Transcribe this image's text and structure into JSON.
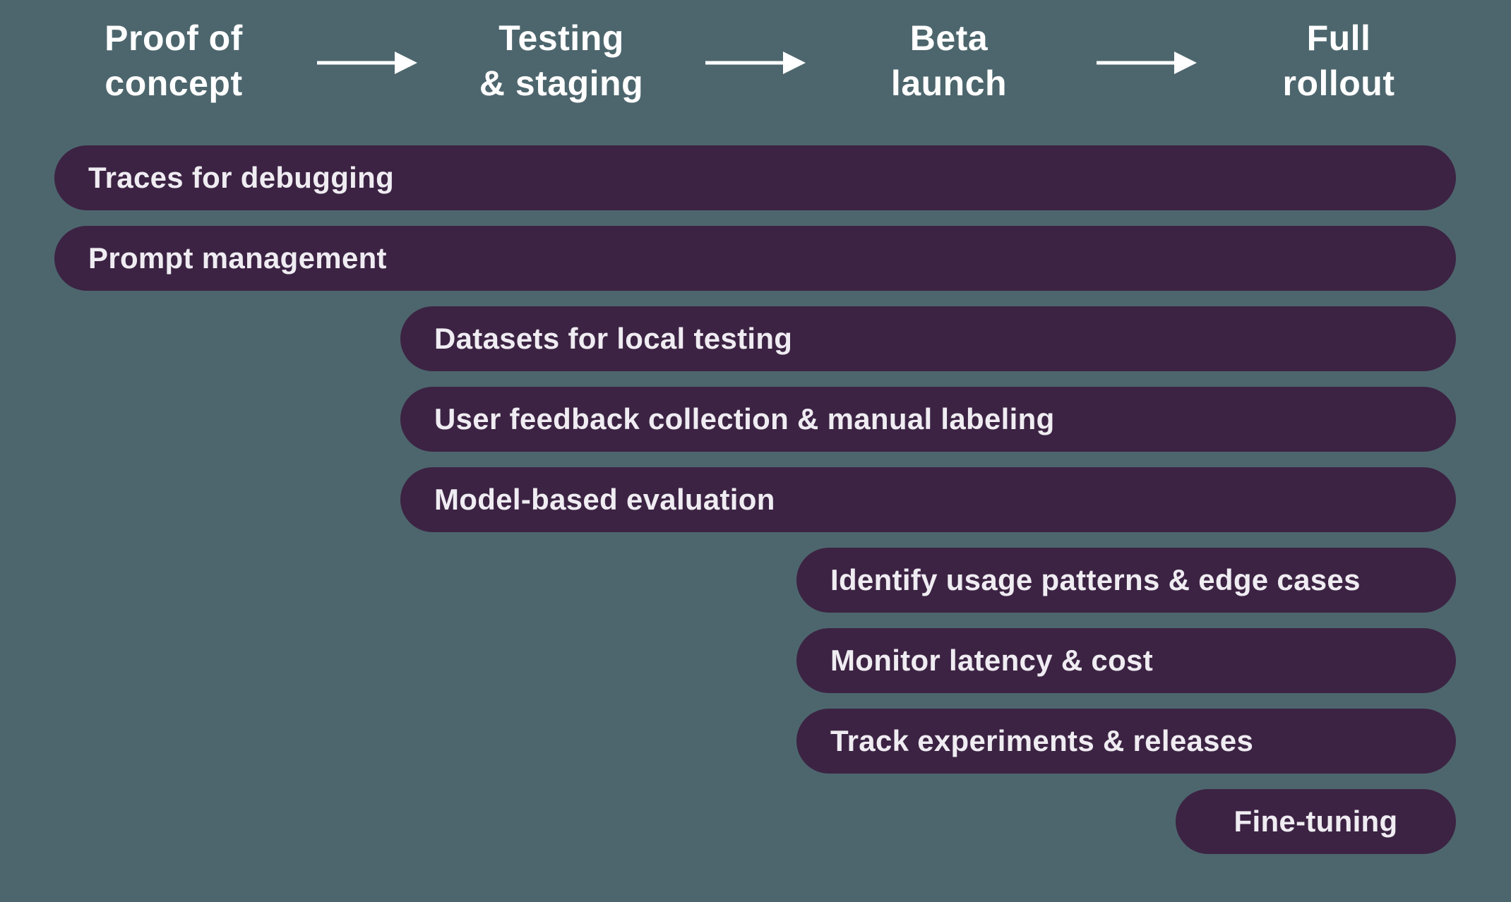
{
  "colors": {
    "background": "#4D666D",
    "bar": "#3C2343",
    "header_text": "#FFFFFF",
    "bar_text": "#EFECF2",
    "arrow": "#FFFFFF"
  },
  "phases": [
    {
      "label": "Proof of\nconcept"
    },
    {
      "label": "Testing\n& staging"
    },
    {
      "label": "Beta\nlaunch"
    },
    {
      "label": "Full\nrollout"
    }
  ],
  "bars": [
    {
      "label": "Traces for debugging",
      "start_phase": "Proof of concept"
    },
    {
      "label": "Prompt management",
      "start_phase": "Proof of concept"
    },
    {
      "label": "Datasets for local testing",
      "start_phase": "Testing & staging"
    },
    {
      "label": "User feedback collection & manual labeling",
      "start_phase": "Testing & staging"
    },
    {
      "label": "Model-based evaluation",
      "start_phase": "Testing & staging"
    },
    {
      "label": "Identify usage patterns & edge cases",
      "start_phase": "Beta launch"
    },
    {
      "label": "Monitor latency & cost",
      "start_phase": "Beta launch"
    },
    {
      "label": "Track experiments & releases",
      "start_phase": "Beta launch"
    },
    {
      "label": "Fine-tuning",
      "start_phase": "Full rollout"
    }
  ]
}
